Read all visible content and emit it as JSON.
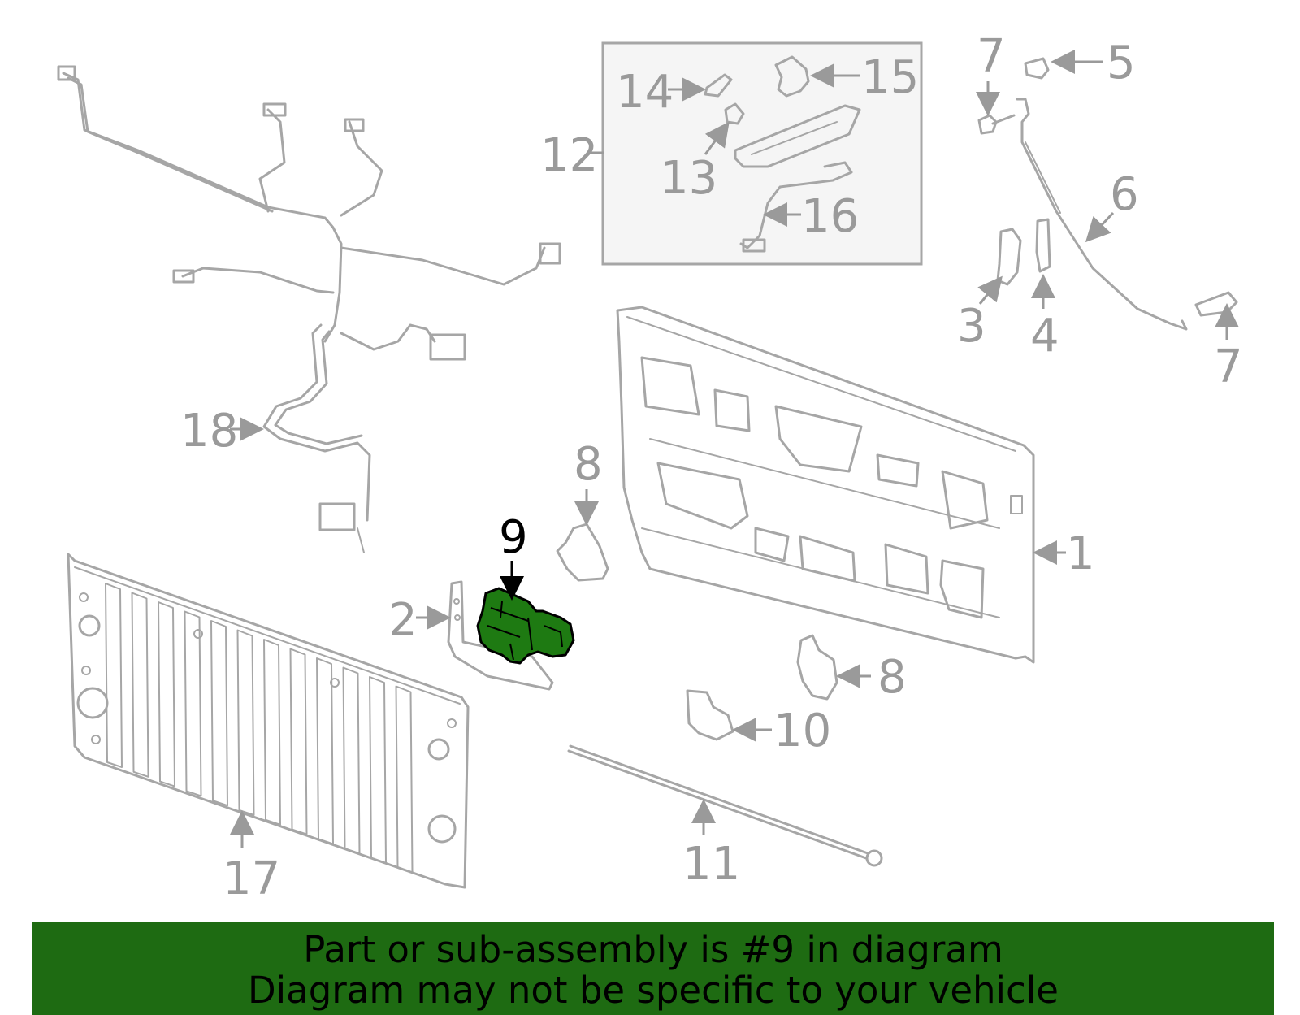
{
  "colors": {
    "highlight": "#1e7a12",
    "banner": "#1e6b12",
    "parts": "#a6a6a6",
    "labels": "#9a9a9a"
  },
  "callouts": {
    "c1": "1",
    "c2": "2",
    "c3": "3",
    "c4": "4",
    "c5": "5",
    "c6": "6",
    "c7a": "7",
    "c7b": "7",
    "c8a": "8",
    "c8b": "8",
    "c9": "9",
    "c10": "10",
    "c11": "11",
    "c12": "12",
    "c13": "13",
    "c14": "14",
    "c15": "15",
    "c16": "16",
    "c17": "17",
    "c18": "18"
  },
  "banner": {
    "line1": "Part or sub-assembly is #9 in diagram",
    "line2": "Diagram may not be specific to your vehicle"
  }
}
